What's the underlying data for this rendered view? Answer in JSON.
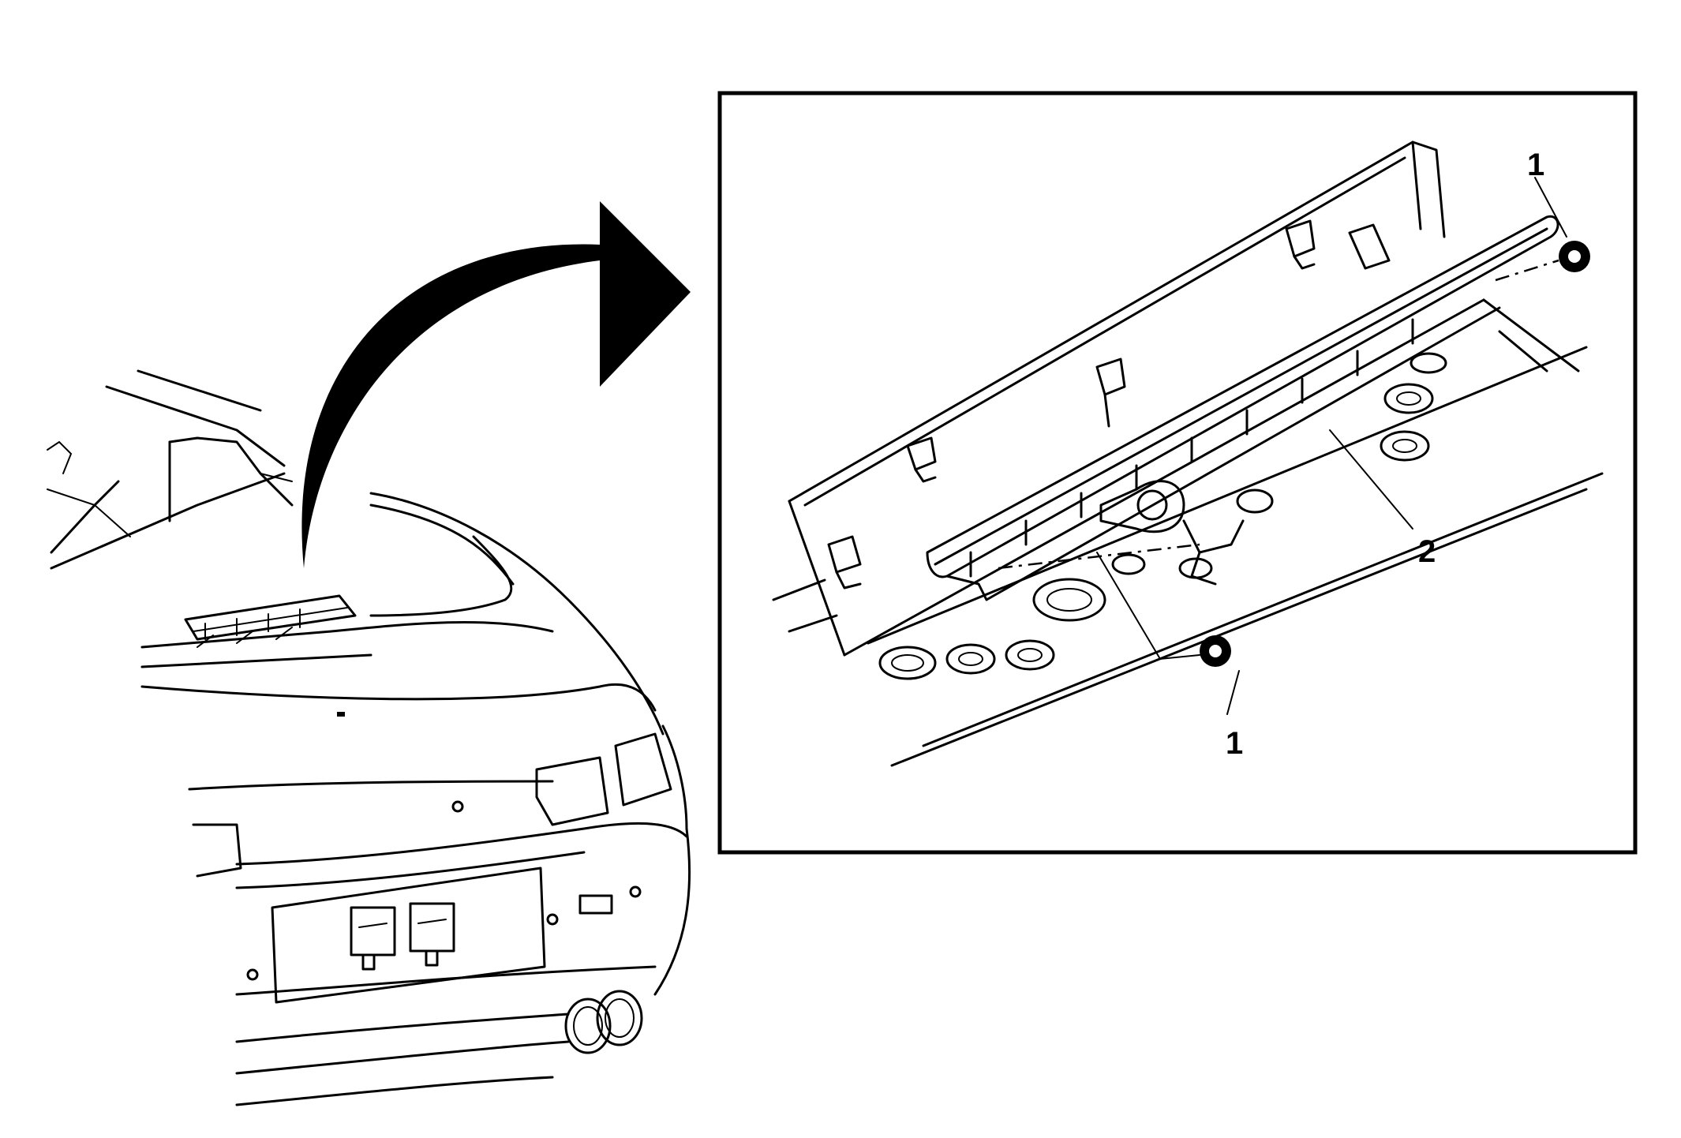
{
  "diagram": {
    "callouts": [
      {
        "id": "fastener-nut-upper",
        "label": "1"
      },
      {
        "id": "fastener-nut-lower",
        "label": "1"
      },
      {
        "id": "brake-lamp-assembly",
        "label": "2"
      }
    ]
  },
  "colors": {
    "line": "#000000",
    "background": "#ffffff"
  }
}
